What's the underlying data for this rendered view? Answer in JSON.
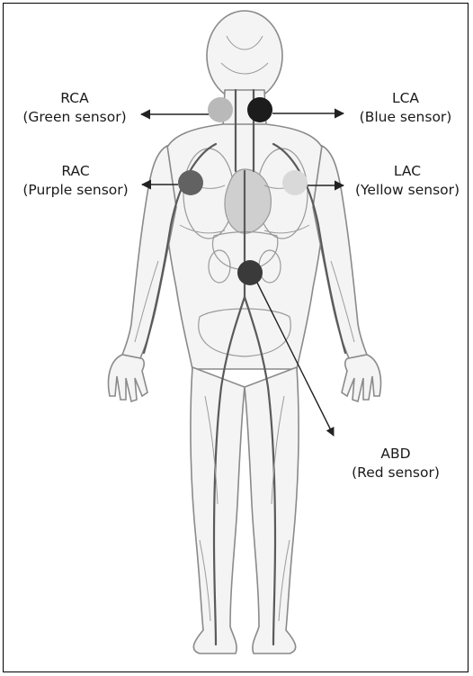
{
  "labels": {
    "rca": {
      "code": "RCA",
      "sensor": "(Green sensor)"
    },
    "lca": {
      "code": "LCA",
      "sensor": "(Blue sensor)"
    },
    "rac": {
      "code": "RAC",
      "sensor": "(Purple sensor)"
    },
    "lac": {
      "code": "LAC",
      "sensor": "(Yellow sensor)"
    },
    "abd": {
      "code": "ABD",
      "sensor": "(Red sensor)"
    }
  },
  "sensors": {
    "rca": {
      "color": "#b9b9b9"
    },
    "lca": {
      "color": "#1c1c1c"
    },
    "rac": {
      "color": "#626262"
    },
    "lac": {
      "color": "#d9d9d9"
    },
    "abd": {
      "color": "#3a3a3a"
    }
  }
}
